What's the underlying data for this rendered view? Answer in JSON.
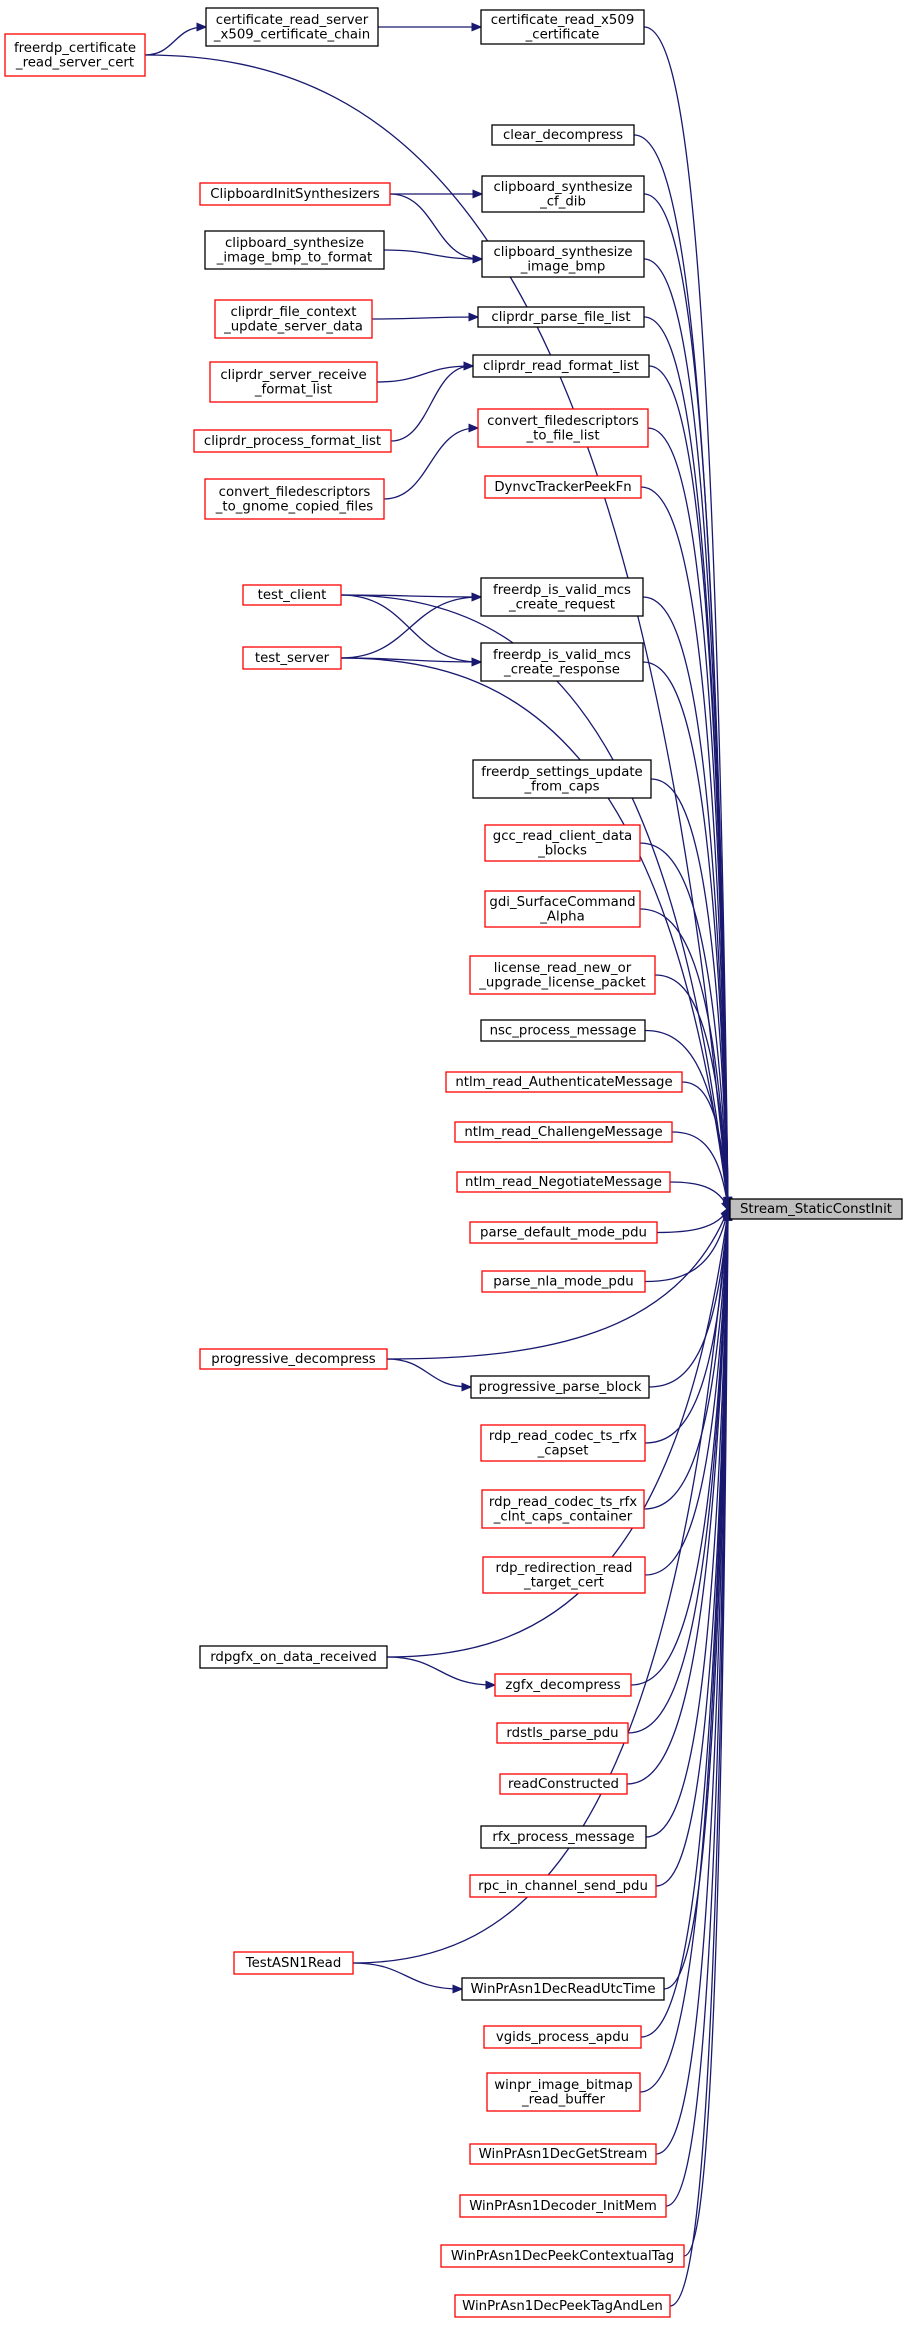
{
  "title": "",
  "colors": {
    "edge": "#191970",
    "border_red": "#ff0000",
    "border_black": "#000000",
    "root_fill": "#bfbfbf",
    "background": "#ffffff"
  },
  "nodes": [
    {
      "id": "root",
      "lines": [
        "Stream_StaticConstInit"
      ],
      "style": "root"
    },
    {
      "id": "cert_x509",
      "lines": [
        "certificate_read_x509",
        "_certificate"
      ],
      "style": "black"
    },
    {
      "id": "cert_chain",
      "lines": [
        "certificate_read_server",
        "_x509_certificate_chain"
      ],
      "style": "black"
    },
    {
      "id": "fr_cert",
      "lines": [
        "freerdp_certificate",
        "_read_server_cert"
      ],
      "style": "red"
    },
    {
      "id": "clear_decompress",
      "lines": [
        "clear_decompress"
      ],
      "style": "black"
    },
    {
      "id": "clip_cf_dib",
      "lines": [
        "clipboard_synthesize",
        "_cf_dib"
      ],
      "style": "black"
    },
    {
      "id": "clip_init",
      "lines": [
        "ClipboardInitSynthesizers"
      ],
      "style": "red"
    },
    {
      "id": "clip_bmp",
      "lines": [
        "clipboard_synthesize",
        "_image_bmp"
      ],
      "style": "black"
    },
    {
      "id": "clip_bmp_fmt",
      "lines": [
        "clipboard_synthesize",
        "_image_bmp_to_format"
      ],
      "style": "black"
    },
    {
      "id": "cliprdr_parse",
      "lines": [
        "cliprdr_parse_file_list"
      ],
      "style": "black"
    },
    {
      "id": "cliprdr_fctx",
      "lines": [
        "cliprdr_file_context",
        "_update_server_data"
      ],
      "style": "red"
    },
    {
      "id": "cliprdr_rfl",
      "lines": [
        "cliprdr_read_format_list"
      ],
      "style": "black"
    },
    {
      "id": "cliprdr_srv",
      "lines": [
        "cliprdr_server_receive",
        "_format_list"
      ],
      "style": "red"
    },
    {
      "id": "cliprdr_proc",
      "lines": [
        "cliprdr_process_format_list"
      ],
      "style": "red"
    },
    {
      "id": "conv_fd",
      "lines": [
        "convert_filedescriptors",
        "_to_file_list"
      ],
      "style": "red"
    },
    {
      "id": "conv_gnome",
      "lines": [
        "convert_filedescriptors",
        "_to_gnome_copied_files"
      ],
      "style": "red"
    },
    {
      "id": "dynvc",
      "lines": [
        "DynvcTrackerPeekFn"
      ],
      "style": "red"
    },
    {
      "id": "test_client",
      "lines": [
        "test_client"
      ],
      "style": "red"
    },
    {
      "id": "test_server",
      "lines": [
        "test_server"
      ],
      "style": "red"
    },
    {
      "id": "mcs_req",
      "lines": [
        "freerdp_is_valid_mcs",
        "_create_request"
      ],
      "style": "black"
    },
    {
      "id": "mcs_resp",
      "lines": [
        "freerdp_is_valid_mcs",
        "_create_response"
      ],
      "style": "black"
    },
    {
      "id": "settings_caps",
      "lines": [
        "freerdp_settings_update",
        "_from_caps"
      ],
      "style": "black"
    },
    {
      "id": "gcc",
      "lines": [
        "gcc_read_client_data",
        "_blocks"
      ],
      "style": "red"
    },
    {
      "id": "gdi_alpha",
      "lines": [
        "gdi_SurfaceCommand",
        "_Alpha"
      ],
      "style": "red"
    },
    {
      "id": "license",
      "lines": [
        "license_read_new_or",
        "_upgrade_license_packet"
      ],
      "style": "red"
    },
    {
      "id": "nsc",
      "lines": [
        "nsc_process_message"
      ],
      "style": "black"
    },
    {
      "id": "ntlm_auth",
      "lines": [
        "ntlm_read_AuthenticateMessage"
      ],
      "style": "red"
    },
    {
      "id": "ntlm_chal",
      "lines": [
        "ntlm_read_ChallengeMessage"
      ],
      "style": "red"
    },
    {
      "id": "ntlm_neg",
      "lines": [
        "ntlm_read_NegotiateMessage"
      ],
      "style": "red"
    },
    {
      "id": "parse_default",
      "lines": [
        "parse_default_mode_pdu"
      ],
      "style": "red"
    },
    {
      "id": "parse_nla",
      "lines": [
        "parse_nla_mode_pdu"
      ],
      "style": "red"
    },
    {
      "id": "prog_decomp",
      "lines": [
        "progressive_decompress"
      ],
      "style": "red"
    },
    {
      "id": "prog_block",
      "lines": [
        "progressive_parse_block"
      ],
      "style": "black"
    },
    {
      "id": "rfx_capset",
      "lines": [
        "rdp_read_codec_ts_rfx",
        "_capset"
      ],
      "style": "red"
    },
    {
      "id": "rfx_clnt",
      "lines": [
        "rdp_read_codec_ts_rfx",
        "_clnt_caps_container"
      ],
      "style": "red"
    },
    {
      "id": "redir",
      "lines": [
        "rdp_redirection_read",
        "_target_cert"
      ],
      "style": "red"
    },
    {
      "id": "rdpgfx",
      "lines": [
        "rdpgfx_on_data_received"
      ],
      "style": "black"
    },
    {
      "id": "zgfx",
      "lines": [
        "zgfx_decompress"
      ],
      "style": "red"
    },
    {
      "id": "rdstls",
      "lines": [
        "rdstls_parse_pdu"
      ],
      "style": "red"
    },
    {
      "id": "readconstructed",
      "lines": [
        "readConstructed"
      ],
      "style": "red"
    },
    {
      "id": "rfx_proc",
      "lines": [
        "rfx_process_message"
      ],
      "style": "black"
    },
    {
      "id": "rpc_in",
      "lines": [
        "rpc_in_channel_send_pdu"
      ],
      "style": "red"
    },
    {
      "id": "test_asn1",
      "lines": [
        "TestASN1Read"
      ],
      "style": "red"
    },
    {
      "id": "utc_time",
      "lines": [
        "WinPrAsn1DecReadUtcTime"
      ],
      "style": "black"
    },
    {
      "id": "vgids",
      "lines": [
        "vgids_process_apdu"
      ],
      "style": "red"
    },
    {
      "id": "winpr_bitmap",
      "lines": [
        "winpr_image_bitmap",
        "_read_buffer"
      ],
      "style": "red"
    },
    {
      "id": "get_stream",
      "lines": [
        "WinPrAsn1DecGetStream"
      ],
      "style": "red"
    },
    {
      "id": "init_mem",
      "lines": [
        "WinPrAsn1Decoder_InitMem"
      ],
      "style": "red"
    },
    {
      "id": "peek_ctx",
      "lines": [
        "WinPrAsn1DecPeekContextualTag"
      ],
      "style": "red"
    },
    {
      "id": "peek_tag",
      "lines": [
        "WinPrAsn1DecPeekTagAndLen"
      ],
      "style": "red"
    }
  ],
  "edges": [
    {
      "from": "cert_x509",
      "to": "root"
    },
    {
      "from": "cert_chain",
      "to": "cert_x509"
    },
    {
      "from": "fr_cert",
      "to": "cert_chain"
    },
    {
      "from": "fr_cert",
      "to": "root"
    },
    {
      "from": "clear_decompress",
      "to": "root"
    },
    {
      "from": "clip_cf_dib",
      "to": "root"
    },
    {
      "from": "clip_init",
      "to": "clip_cf_dib"
    },
    {
      "from": "clip_init",
      "to": "clip_bmp"
    },
    {
      "from": "clip_bmp",
      "to": "root"
    },
    {
      "from": "clip_bmp_fmt",
      "to": "clip_bmp"
    },
    {
      "from": "cliprdr_parse",
      "to": "root"
    },
    {
      "from": "cliprdr_fctx",
      "to": "cliprdr_parse"
    },
    {
      "from": "cliprdr_rfl",
      "to": "root"
    },
    {
      "from": "cliprdr_srv",
      "to": "cliprdr_rfl"
    },
    {
      "from": "cliprdr_proc",
      "to": "cliprdr_rfl"
    },
    {
      "from": "conv_fd",
      "to": "root"
    },
    {
      "from": "conv_gnome",
      "to": "conv_fd"
    },
    {
      "from": "dynvc",
      "to": "root"
    },
    {
      "from": "test_client",
      "to": "root"
    },
    {
      "from": "test_client",
      "to": "mcs_req"
    },
    {
      "from": "test_client",
      "to": "mcs_resp"
    },
    {
      "from": "test_server",
      "to": "mcs_req"
    },
    {
      "from": "test_server",
      "to": "mcs_resp"
    },
    {
      "from": "test_server",
      "to": "root"
    },
    {
      "from": "mcs_req",
      "to": "root"
    },
    {
      "from": "mcs_resp",
      "to": "root"
    },
    {
      "from": "settings_caps",
      "to": "root"
    },
    {
      "from": "gcc",
      "to": "root"
    },
    {
      "from": "gdi_alpha",
      "to": "root"
    },
    {
      "from": "license",
      "to": "root"
    },
    {
      "from": "nsc",
      "to": "root"
    },
    {
      "from": "ntlm_auth",
      "to": "root"
    },
    {
      "from": "ntlm_chal",
      "to": "root"
    },
    {
      "from": "ntlm_neg",
      "to": "root"
    },
    {
      "from": "parse_default",
      "to": "root"
    },
    {
      "from": "parse_nla",
      "to": "root"
    },
    {
      "from": "prog_decomp",
      "to": "root"
    },
    {
      "from": "prog_decomp",
      "to": "prog_block"
    },
    {
      "from": "prog_block",
      "to": "root"
    },
    {
      "from": "rfx_capset",
      "to": "root"
    },
    {
      "from": "rfx_clnt",
      "to": "root"
    },
    {
      "from": "redir",
      "to": "root"
    },
    {
      "from": "rdpgfx",
      "to": "root"
    },
    {
      "from": "rdpgfx",
      "to": "zgfx"
    },
    {
      "from": "zgfx",
      "to": "root"
    },
    {
      "from": "rdstls",
      "to": "root"
    },
    {
      "from": "readconstructed",
      "to": "root"
    },
    {
      "from": "rfx_proc",
      "to": "root"
    },
    {
      "from": "rpc_in",
      "to": "root"
    },
    {
      "from": "test_asn1",
      "to": "root"
    },
    {
      "from": "test_asn1",
      "to": "utc_time"
    },
    {
      "from": "utc_time",
      "to": "root"
    },
    {
      "from": "vgids",
      "to": "root"
    },
    {
      "from": "winpr_bitmap",
      "to": "root"
    },
    {
      "from": "get_stream",
      "to": "root"
    },
    {
      "from": "init_mem",
      "to": "root"
    },
    {
      "from": "peek_ctx",
      "to": "root"
    },
    {
      "from": "peek_tag",
      "to": "root"
    }
  ]
}
